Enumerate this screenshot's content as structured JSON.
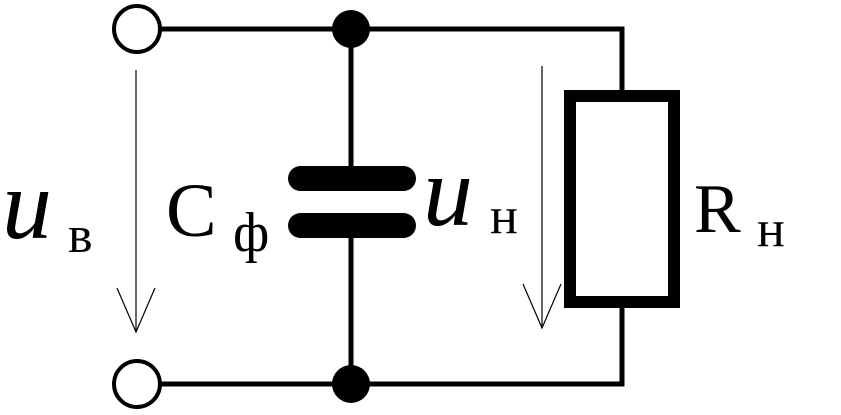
{
  "diagram": {
    "input_voltage": {
      "symbol": "u",
      "subscript": "в"
    },
    "capacitor": {
      "symbol": "C",
      "subscript": "ф"
    },
    "load_voltage": {
      "symbol": "u",
      "subscript": "н"
    },
    "resistor": {
      "symbol": "R",
      "subscript": "н"
    }
  }
}
